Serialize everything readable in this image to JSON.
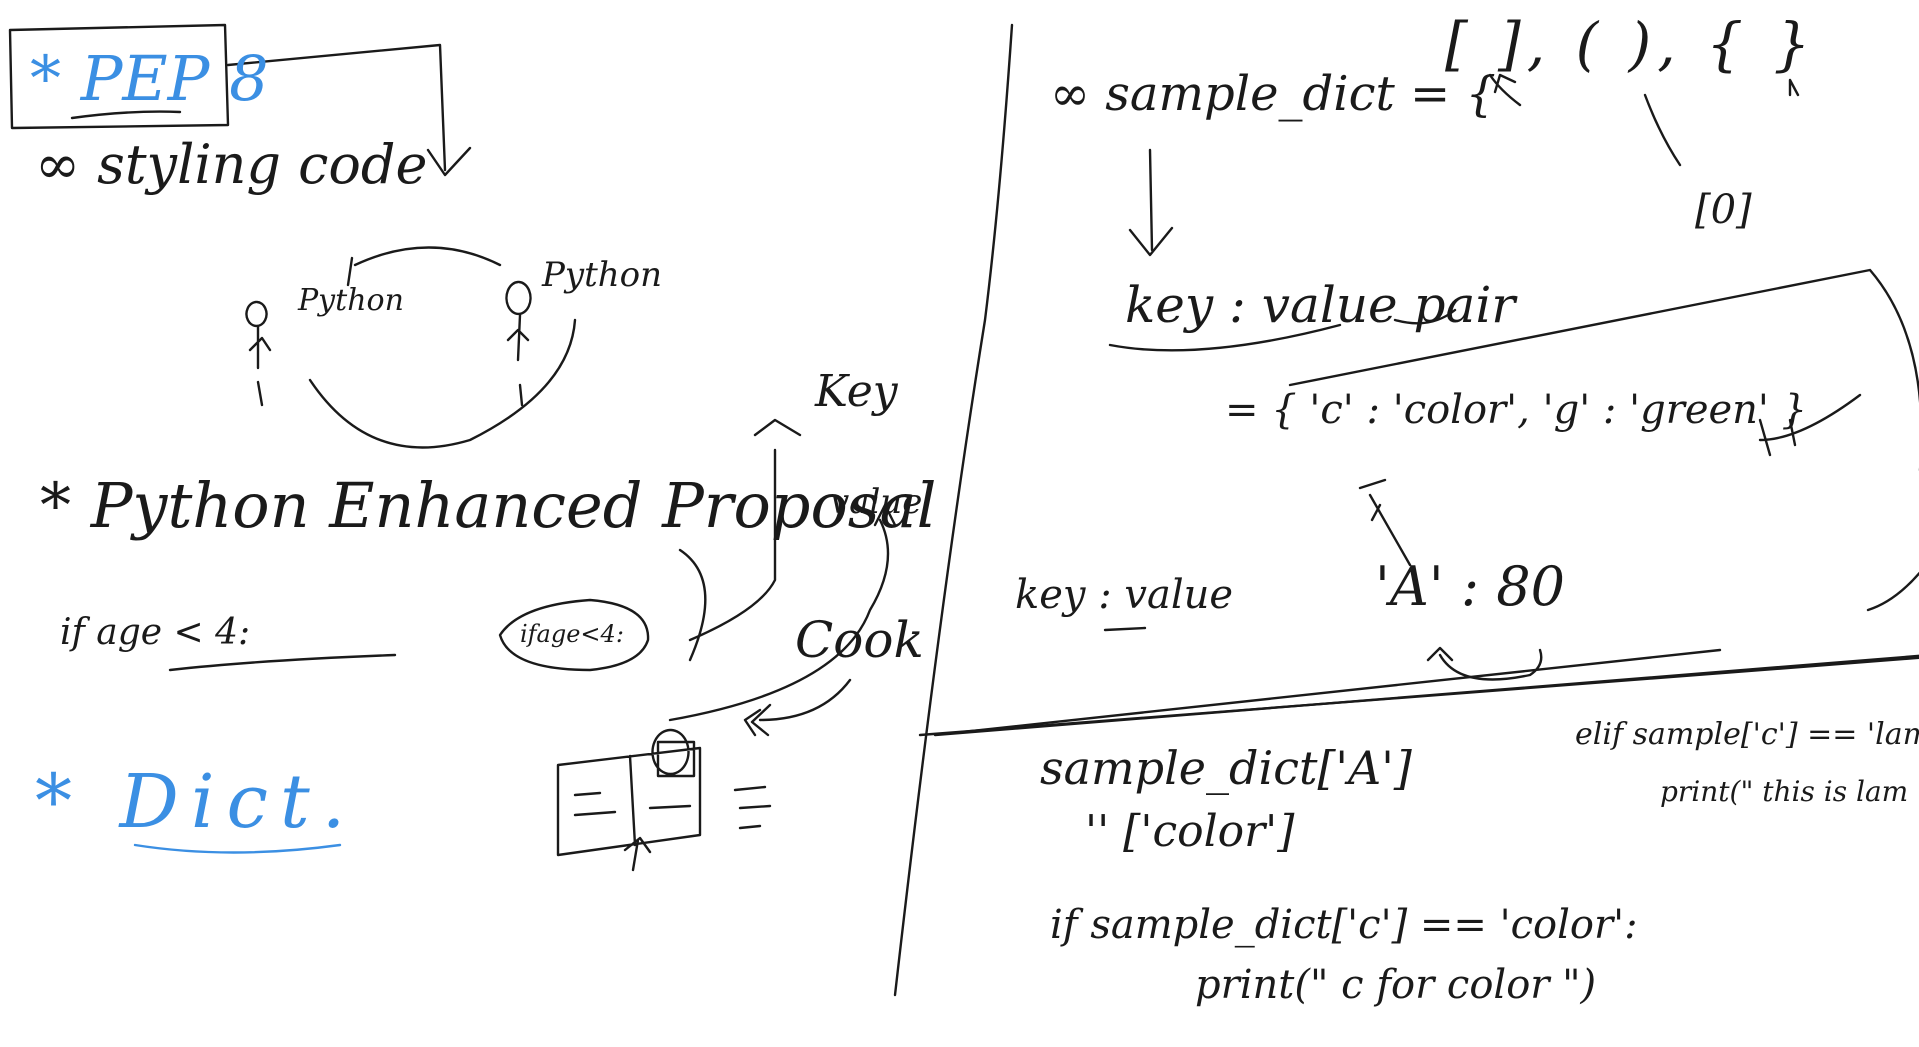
{
  "left": {
    "pep8": "* PEP 8",
    "styling": "∞ styling code",
    "python_left": "Python",
    "python_right": "Python",
    "enhanced": "* Python Enhanced Proposal",
    "if_line": "if age < 4:",
    "ifage_bubble": "ifage<4:",
    "key": "Key",
    "value": "value",
    "cook": "Cook",
    "dict": "* Dict."
  },
  "right": {
    "sample_dict": "∞ sample_dict = {",
    "brackets": "[ ], ( ), { }",
    "index_box": "[0]",
    "key_value_pair": "key : value pair",
    "dict_literal": "= { 'c' : 'color', 'g' : 'green' }",
    "key_value": "key : value",
    "a_80": "'A' : 80",
    "access_1": "sample_dict['A']",
    "access_2": "'' ['color']",
    "if_line": "if sample_dict['c'] == 'color':",
    "print_line": "print(\" c for color \")",
    "elif_line": "elif sample['c'] == 'lam'",
    "elif_print": "print(\" this is lam \")"
  },
  "colors": {
    "ink": "#1a1a1a",
    "blue": "#3b8fe3"
  }
}
